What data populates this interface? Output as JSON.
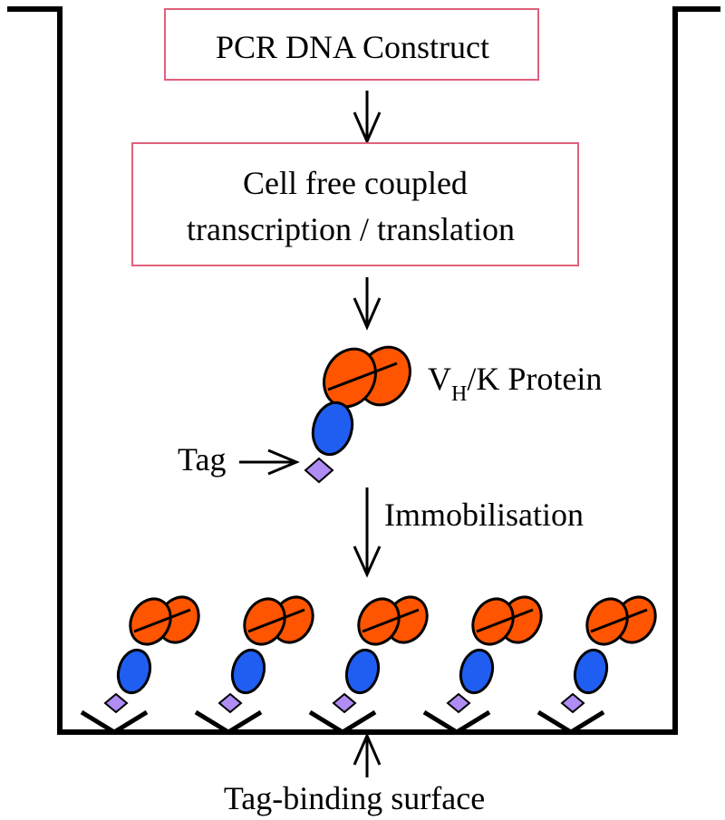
{
  "boxes": {
    "pcr": "PCR DNA Construct",
    "cellfree_line1": "Cell free coupled",
    "cellfree_line2": "transcription / translation"
  },
  "protein_label": {
    "v": "V",
    "sub": "H",
    "rest": "/K Protein"
  },
  "tag_label": "Tag",
  "immobilisation_label": "Immobilisation",
  "surface_label": "Tag-binding surface",
  "colors": {
    "box_border": "#e0607a",
    "orange_domain": "#ff5500",
    "blue_domain": "#1f5ef0",
    "tag": "#b08cf5",
    "line": "#000000"
  }
}
